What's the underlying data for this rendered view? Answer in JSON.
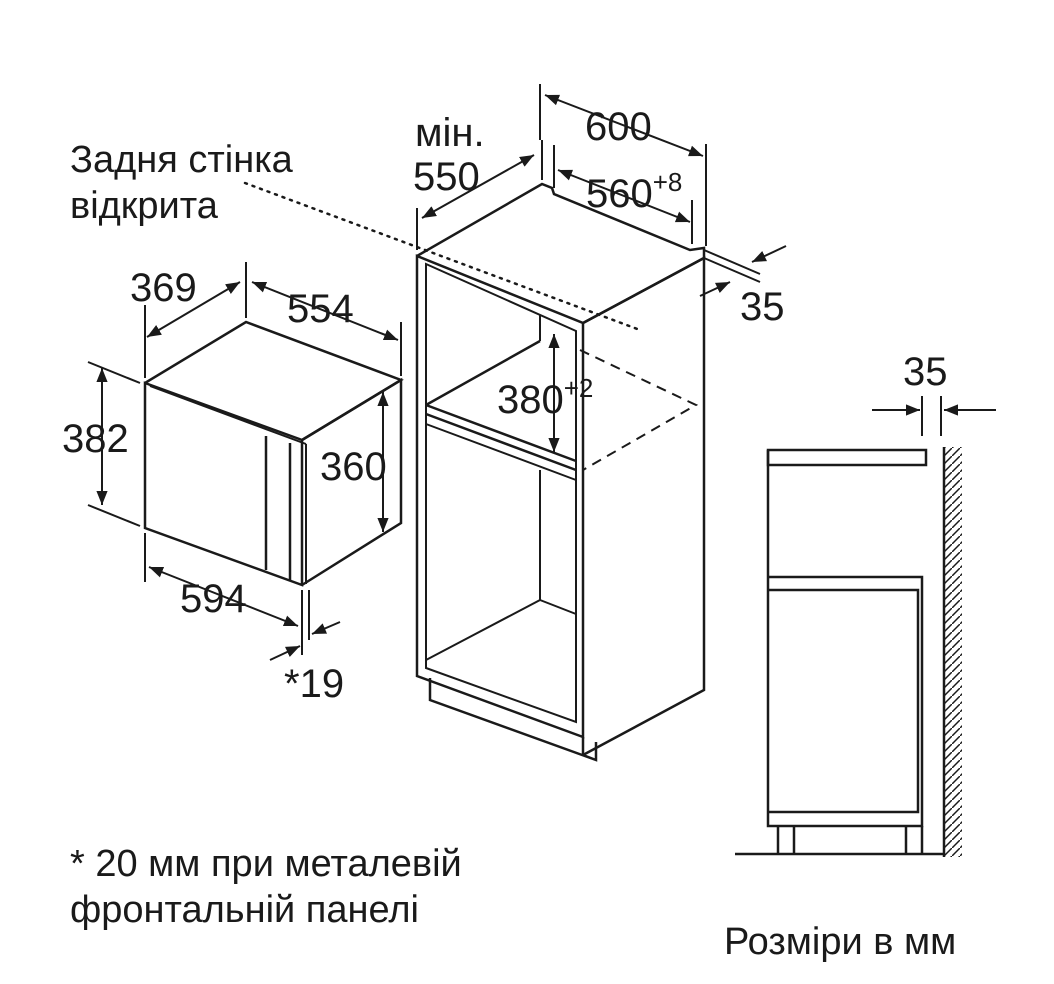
{
  "notes": {
    "rear_wall_line1": "Задня стінка",
    "rear_wall_line2": "відкрита",
    "min_label": "мін.",
    "footnote_line1": "* 20 мм при металевій",
    "footnote_line2": "фронтальній панелі",
    "units": "Розміри в мм"
  },
  "appliance": {
    "depth": "369",
    "width_top": "554",
    "height_outer": "382",
    "height_inner": "360",
    "width_front": "594",
    "front_panel": "*19"
  },
  "cabinet": {
    "min_depth": "550",
    "width": "600",
    "niche_width": "560",
    "niche_width_tol": "+8",
    "rear_gap": "35",
    "niche_height": "380",
    "niche_height_tol": "+2"
  },
  "side_view": {
    "wall_gap": "35"
  }
}
